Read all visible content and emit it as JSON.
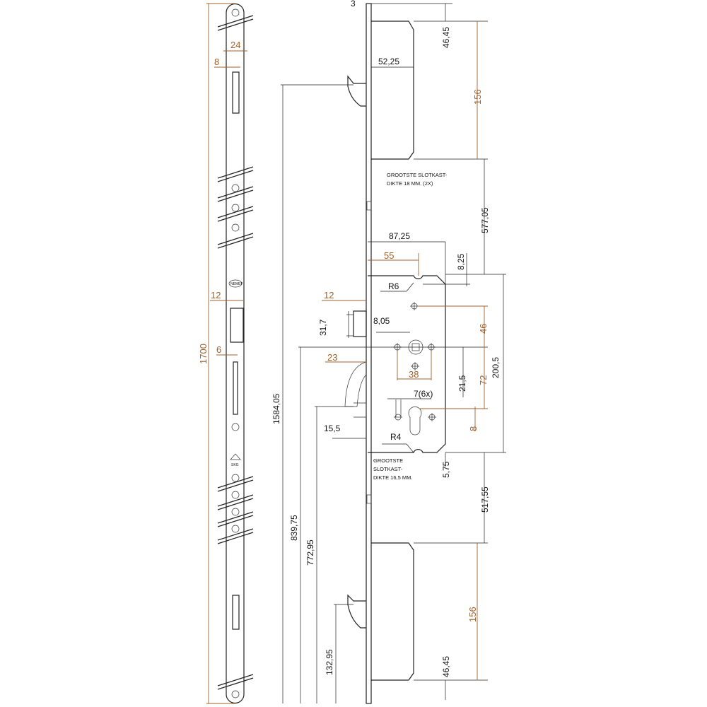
{
  "colors": {
    "dimension_primary": "#a0602a",
    "dimension_secondary": "#222222",
    "outline": "#222222"
  },
  "strip_dims": {
    "total_height": "1700",
    "width": "24",
    "hook_width": "8",
    "latch_width": "12",
    "bolt_width": "6"
  },
  "strip_marks": {
    "brand_logo": "NEMEF",
    "cert_mark": "SKG"
  },
  "side_dims": {
    "top_offset": "3",
    "top_box_offset": "46,45",
    "top_box_depth": "52,25",
    "top_box_height": "156",
    "case_gap_top": "577,05",
    "case_depth": "87,25",
    "backset": "55",
    "notch_offset": "8,25",
    "radius_top": "R6",
    "spindle_offset": "8,05",
    "spindle_to_top_hole": "46",
    "case_height": "200,5",
    "latch_width": "12",
    "latch_height": "31,7",
    "bolt_width": "23",
    "hole_spacing": "38",
    "spindle_to_hole": "21,5",
    "spindle_to_cylinder": "72",
    "hole_dia": "7(6x)",
    "bolt_projection": "15,5",
    "cylinder_to_hole": "8",
    "radius_bottom": "R4",
    "notch_offset_bottom": "5,75",
    "case_gap_bottom": "517,55",
    "bottom_box_height": "156",
    "bottom_box_offset": "46,45",
    "hook_top_from_bottom": "1584,05",
    "spindle_from_bottom": "839,75",
    "cylinder_from_bottom": "772,95",
    "hook_bottom_from_bottom": "132,95"
  },
  "notes": {
    "top": [
      "GROOTSTE SLOTKAST-",
      "DIKTE 18 MM. (2X)"
    ],
    "bottom": [
      "GROOTSTE",
      "SLOTKAST-",
      "DIKTE 16,5 MM."
    ]
  }
}
